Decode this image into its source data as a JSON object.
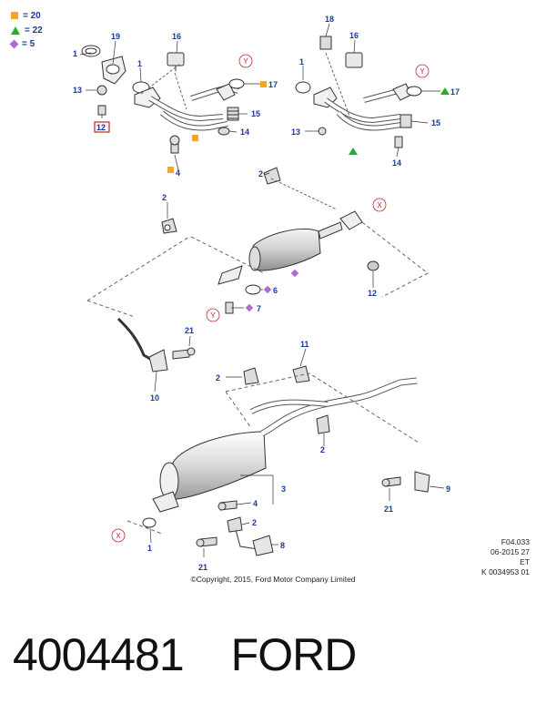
{
  "legend": [
    {
      "shape": "square",
      "color": "#f5a623",
      "text": "= 20"
    },
    {
      "shape": "triangle",
      "color": "#22b02c",
      "text": "= 22"
    },
    {
      "shape": "diamond",
      "color": "#b06ad6",
      "text": "= 5"
    }
  ],
  "callouts": {
    "c1a": "1",
    "c19": "19",
    "c1b": "1",
    "c16a": "16",
    "c13a": "13",
    "c12a": "12",
    "c4a": "4",
    "c17a": "17",
    "c15a": "15",
    "c14a": "14",
    "c18": "18",
    "c1c": "1",
    "c16b": "16",
    "c17b": "17",
    "c15b": "15",
    "c13b": "13",
    "c14b": "14",
    "c2a": "2",
    "c2b": "2",
    "c12b": "12",
    "c6": "6",
    "c7": "7",
    "c21a": "21",
    "c10": "10",
    "c11": "11",
    "c2c": "2",
    "c2d": "2",
    "c3": "3",
    "c4b": "4",
    "c2e": "2",
    "c1d": "1",
    "c21b": "21",
    "c8": "8",
    "c9": "9",
    "c21c": "21"
  },
  "ref_markers": {
    "y1": "Y",
    "y2": "Y",
    "x1": "X",
    "y3": "Y",
    "x2": "X"
  },
  "copyright": "©Copyright, 2015, Ford Motor Company Limited",
  "reference": [
    "F04.033",
    "06-2015 27",
    "ET",
    "K 0034953 01"
  ],
  "footer": {
    "part_number": "4004481",
    "brand": "FORD"
  }
}
